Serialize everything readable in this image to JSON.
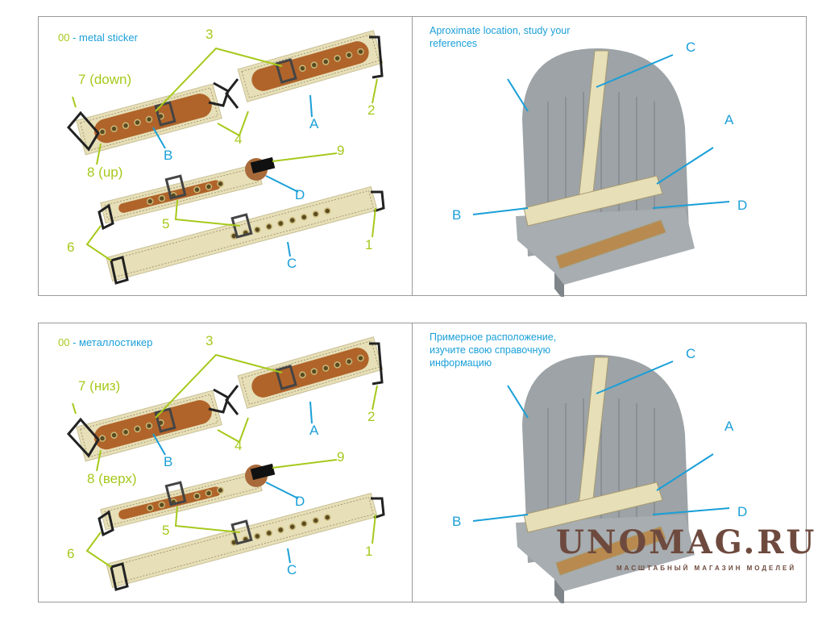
{
  "panels": [
    {
      "sticker_code": "00",
      "sticker_label": "- metal sticker",
      "parts": {
        "p1": "1",
        "p2": "2",
        "p3": "3",
        "p4": "4",
        "p5": "5",
        "p6": "6",
        "p7": "7 (down)",
        "p8": "8 (up)",
        "p9": "9"
      },
      "letters": {
        "A": "A",
        "B": "B",
        "C": "C",
        "D": "D"
      },
      "note": "Aproximate location, study your references"
    },
    {
      "sticker_code": "00",
      "sticker_label": "- металлостикер",
      "parts": {
        "p1": "1",
        "p2": "2",
        "p3": "3",
        "p4": "4",
        "p5": "5",
        "p6": "6",
        "p7": "7 (низ)",
        "p8": "8 (верх)",
        "p9": "9"
      },
      "letters": {
        "A": "A",
        "B": "B",
        "C": "C",
        "D": "D"
      },
      "note": "Примерное расположение, изучите свою справочную информацию"
    }
  ],
  "watermark": {
    "brand": "UNOMAG.RU",
    "tagline": "МАСШТАБНЫЙ МАГАЗИН МОДЕЛЕЙ"
  },
  "colors": {
    "part_number": "#a6c91c",
    "letter": "#1a9fd8",
    "strap": "#e6dfb8",
    "leather": "#b0642a",
    "seat": "#9da3a6"
  }
}
